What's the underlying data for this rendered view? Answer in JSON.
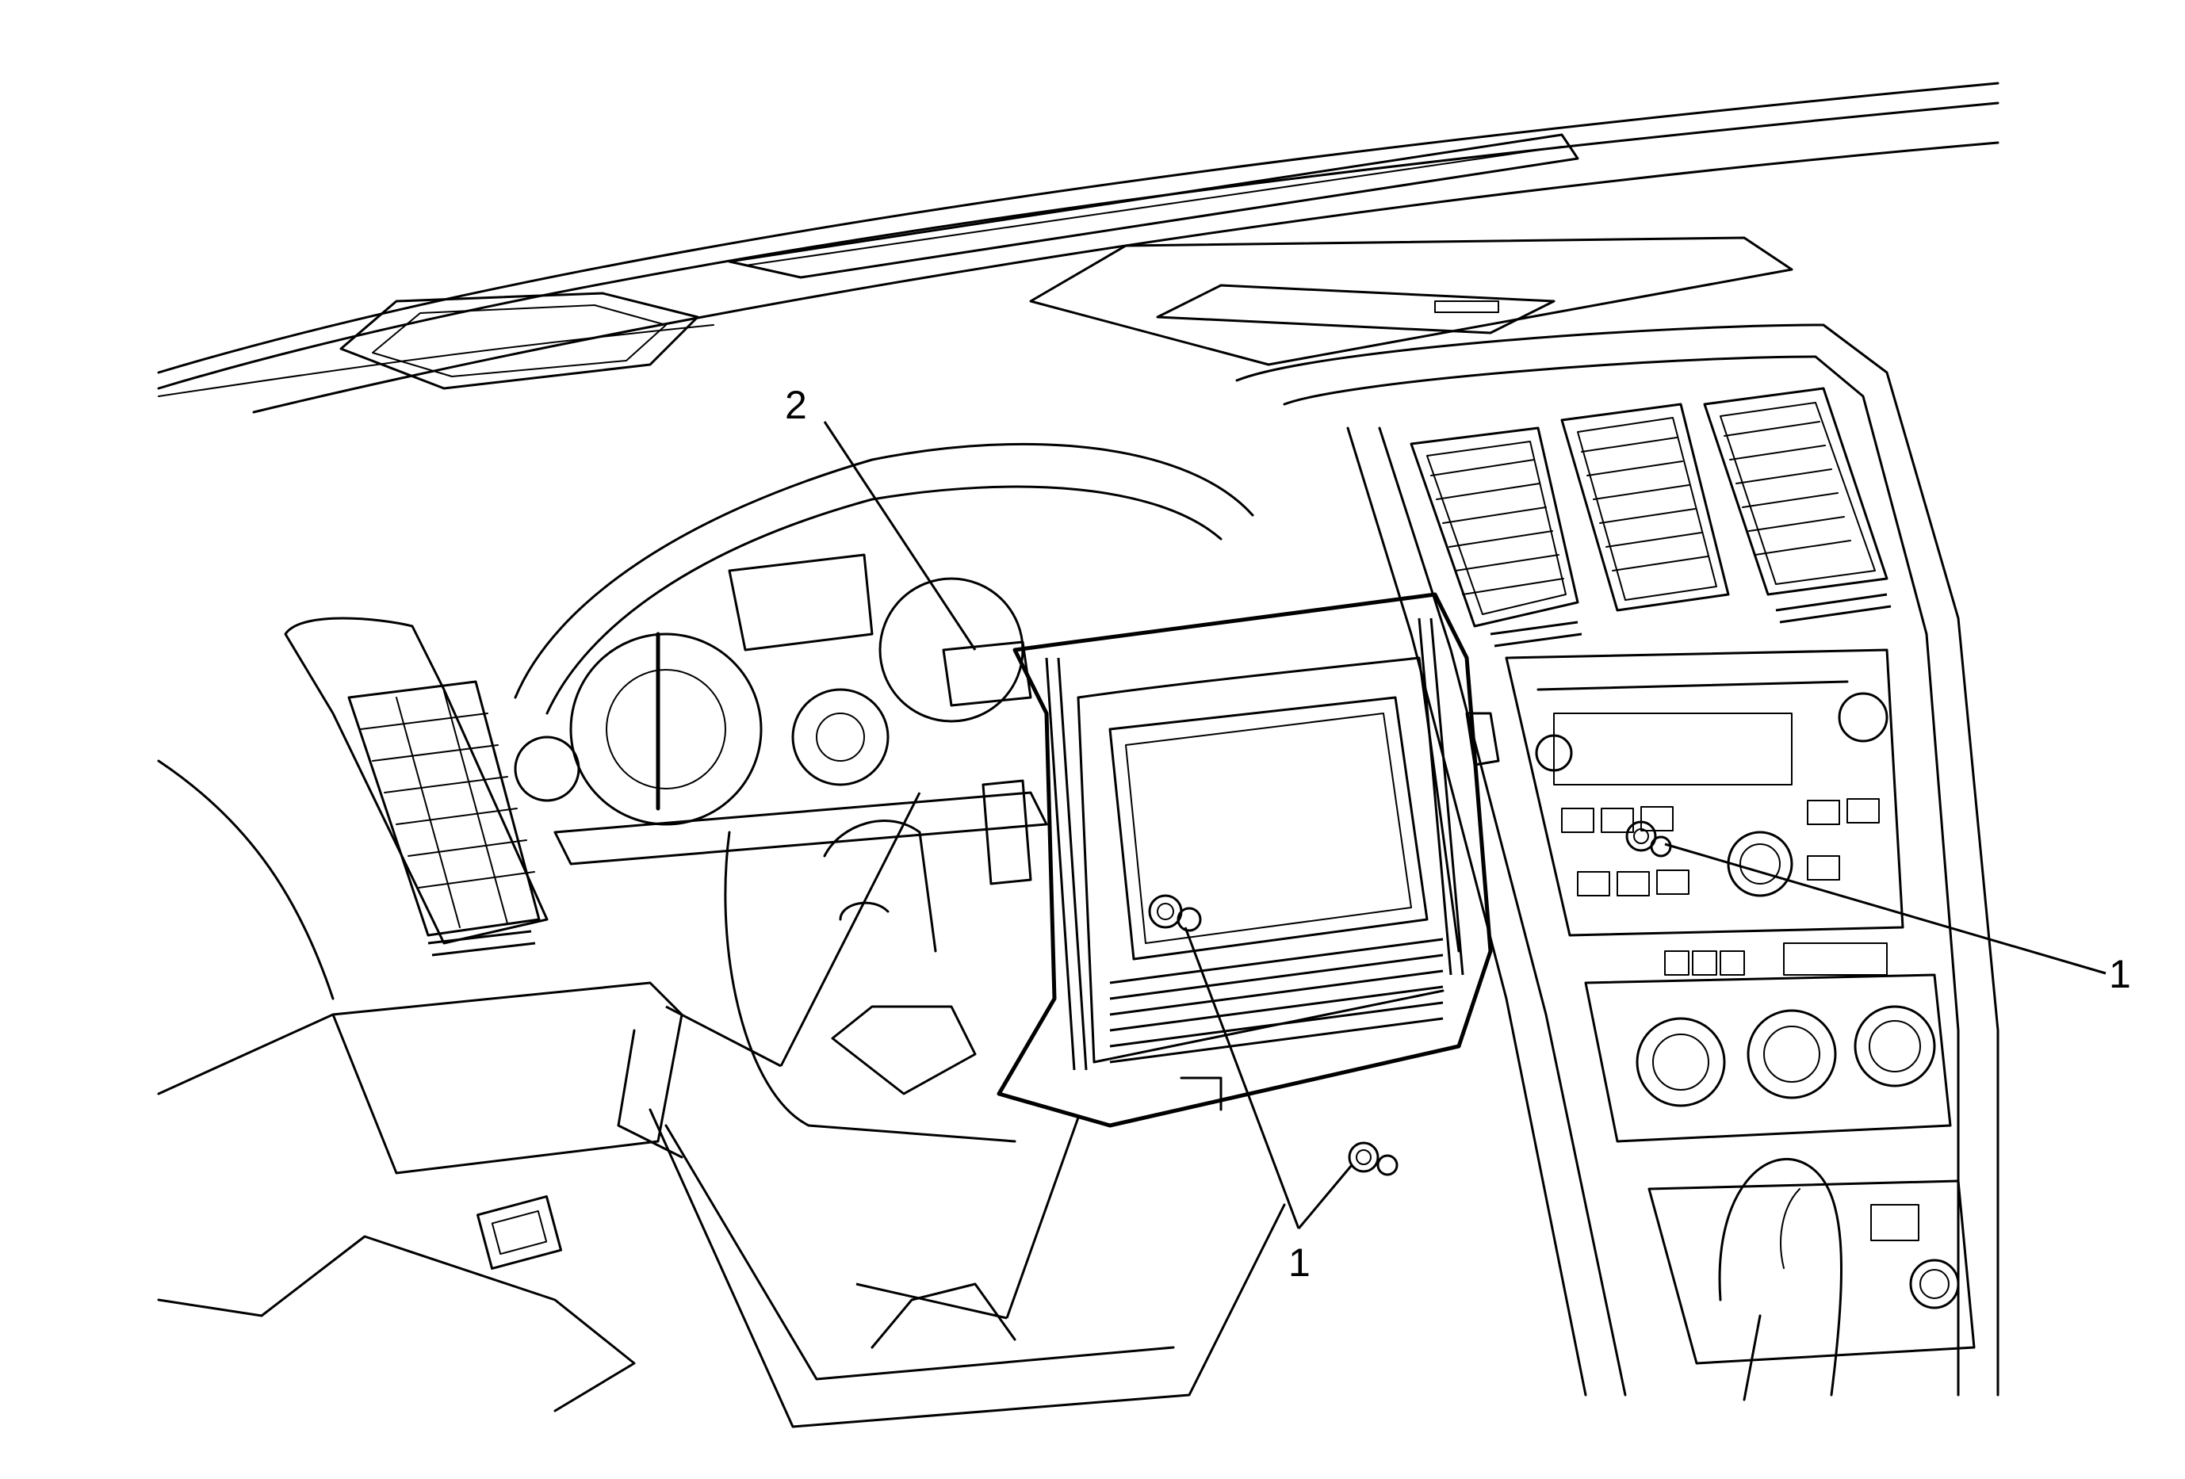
{
  "callouts": {
    "label_2": "2",
    "label_1_right": "1",
    "label_1_bottom": "1"
  },
  "colors": {
    "line": "#000000",
    "background": "#ffffff"
  }
}
